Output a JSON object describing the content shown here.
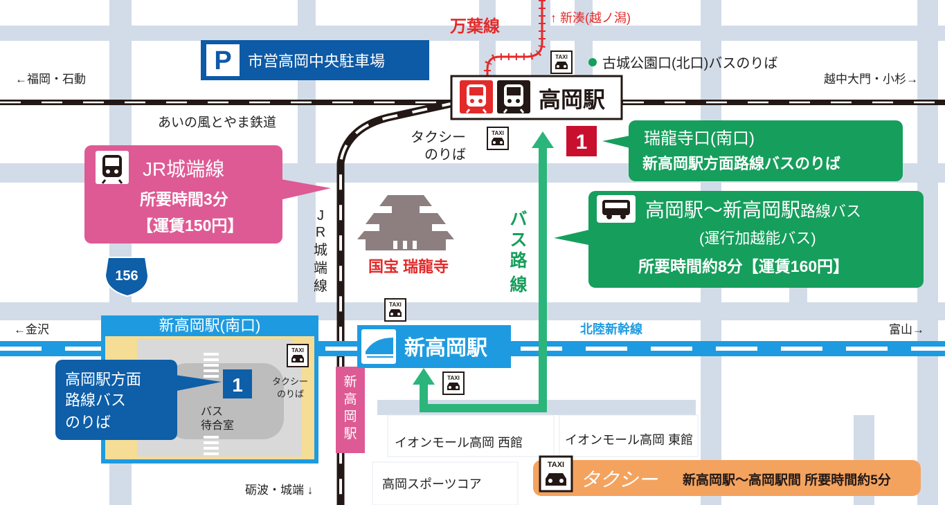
{
  "labels": {
    "manyo_line": "万葉線",
    "to_shinminato": "↑ 新湊(越ノ潟)",
    "parking": "市営高岡中央駐車場",
    "kojo_park_bus": "古城公園口(北口)バスのりば",
    "to_fukuoka": "←福岡・石動",
    "to_ecchu": "越中大門・小杉→",
    "takaoka_station": "高岡駅",
    "ainokaze": "あいの風とやま鉄道",
    "taxi_stand_1": "タクシー",
    "taxi_stand_2": "のりば",
    "shinkansen_name": "北陸新幹線",
    "to_kanazawa": "←金沢",
    "to_toyama": "富山→",
    "shin_takaoka_station": "新高岡駅",
    "shin_takaoka_south": "新高岡駅(南口)",
    "shin_takaoka_vertical": [
      "新",
      "高",
      "岡",
      "駅"
    ],
    "jr_johana_vertical": [
      "J",
      "R",
      "城",
      "端",
      "線"
    ],
    "bus_route_vertical": [
      "バ",
      "ス",
      "路",
      "線"
    ],
    "zuiryuji": "国宝 瑞龍寺",
    "route_num": "156",
    "waiting_room_1": "バス",
    "waiting_room_2": "待合室",
    "small_taxi_1": "タクシー",
    "small_taxi_2": "のりば",
    "aeon_west": "イオンモール高岡 西館",
    "aeon_east": "イオンモール高岡 東館",
    "sports_core": "高岡スポーツコア",
    "to_tonami": "砺波・城端 ↓",
    "taxi_icon_text": "TAXI",
    "stop_num": "1"
  },
  "callouts": {
    "jr_johana": {
      "title": "JR城端線",
      "line2": "所要時間3分",
      "line3": "【運賃150円】"
    },
    "south_exit": {
      "title": "瑞龍寺口(南口)",
      "line2": "新高岡駅方面路線バスのりば"
    },
    "bus_route": {
      "title_main": "高岡駅〜新高岡駅",
      "title_small": "路線バス",
      "line2": "(運行加越能バス)",
      "line3": "所要時間約8分【運賃160円】"
    },
    "shin_bus_stop": {
      "line1": "高岡駅方面",
      "line2": "路線バス",
      "line3": "のりば"
    },
    "taxi_info": {
      "title": "タクシー",
      "desc": "新高岡駅〜高岡駅間 所要時間約5分"
    }
  },
  "colors": {
    "road": "#d2dce8",
    "rail_black": "#231815",
    "shinkansen": "#1e9be0",
    "manyo_red": "#e32a2a",
    "pink": "#de5a94",
    "green": "#169e5c",
    "navy": "#0e5ea8",
    "parking_blue": "#0d5aa6",
    "stop_red": "#c8102e",
    "taxi_orange": "#f4a35f",
    "plaza_yellow": "#f6dd95"
  }
}
